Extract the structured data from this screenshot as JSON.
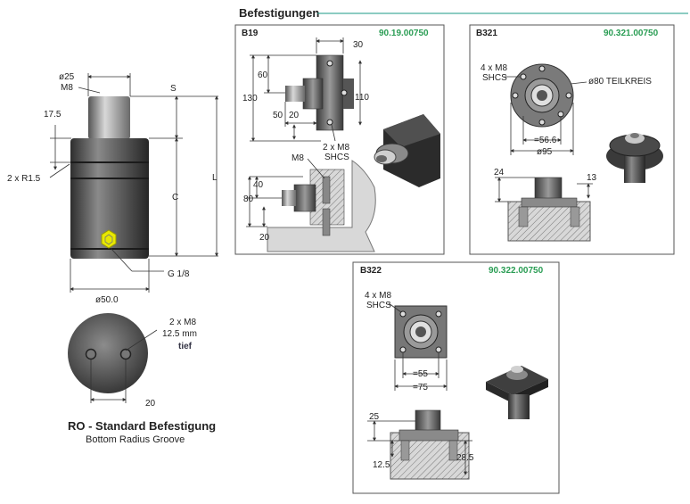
{
  "title": "Befestigungen",
  "main_drawing": {
    "dims": {
      "d25": "ø25",
      "m8": "M8",
      "s": "S",
      "h175": "17.5",
      "groove": "2 x R1.5",
      "c": "C",
      "l": "L",
      "g": "G 1/8",
      "d50": "ø50.0"
    }
  },
  "bottom_view": {
    "thread_label": "2 x M8",
    "depth_label": "12.5 mm",
    "depth_word": "tief",
    "spacing": "20",
    "caption_title": "RO - Standard Befestigung",
    "caption_sub": "Bottom Radius Groove"
  },
  "panels": {
    "b19": {
      "id": "B19",
      "code": "90.19.00750",
      "dims": {
        "d30": "30",
        "d60": "60",
        "d130": "130",
        "d110": "110",
        "d50": "50",
        "d20a": "20",
        "screws1": "2 x M8",
        "screws2": "SHCS",
        "m8": "M8",
        "d40": "40",
        "d80": "80",
        "d20b": "20"
      }
    },
    "b321": {
      "id": "B321",
      "code": "90.321.00750",
      "dims": {
        "screws1": "4 x M8",
        "screws2": "SHCS",
        "circle": "ø80 TEILKREIS",
        "d566": "=56.6",
        "d95": "ø95",
        "d24": "24",
        "d13": "13"
      }
    },
    "b322": {
      "id": "B322",
      "code": "90.322.00750",
      "dims": {
        "screws1": "4 x M8",
        "screws2": "SHCS",
        "d55": "=55",
        "d75": "=75",
        "d25": "25",
        "d125": "12.5",
        "d285": "28.5"
      }
    }
  },
  "colors": {
    "code_green": "#2a9d54",
    "rule_teal": "#1a9a86",
    "port_yellow": "#e8e800"
  }
}
